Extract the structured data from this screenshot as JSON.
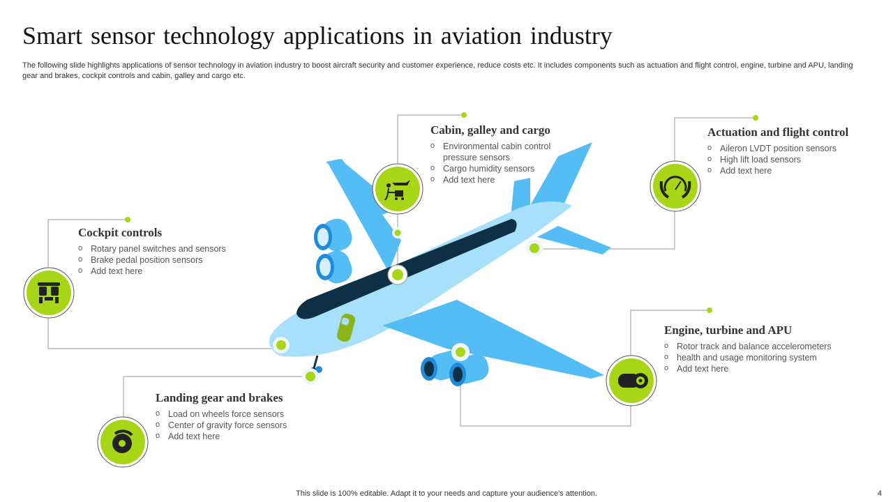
{
  "title": "Smart sensor technology applications in aviation industry",
  "subtitle": "The following slide highlights applications of sensor technology in aviation industry to  boost aircraft security and customer experience, reduce costs etc. It includes components such as actuation and flight control, engine, turbine and APU,  landing gear and brakes, cockpit controls and cabin, galley and cargo etc.",
  "colors": {
    "accent": "#a6d615",
    "plane_light": "#a7e0fb",
    "plane_mid": "#54bdf5",
    "window_band": "#0d3045",
    "line": "#9a9a9a"
  },
  "sections": {
    "cabin": {
      "title": "Cabin, galley and cargo",
      "items": [
        "Environmental  cabin control",
        "pressure sensors",
        "Cargo humidity sensors",
        "Add text here"
      ],
      "icon": "cargo-trolley-icon"
    },
    "actuation": {
      "title": "Actuation and flight control",
      "items": [
        "Aileron LVDT position sensors",
        "High lift load sensors",
        "Add text here"
      ],
      "icon": "gauge-hands-icon"
    },
    "cockpit": {
      "title": "Cockpit controls",
      "items": [
        "Rotary panel switches and sensors",
        "Brake pedal position sensors",
        "Add text here"
      ],
      "icon": "cockpit-seats-icon"
    },
    "engine": {
      "title": "Engine, turbine and APU",
      "items": [
        "Rotor track and balance accelerometers",
        " health and usage monitoring system",
        "Add text here"
      ],
      "icon": "turbine-engine-icon"
    },
    "landing": {
      "title": "Landing gear and brakes",
      "items": [
        "Load on wheels force sensors",
        "Center of gravity force sensors",
        "Add text here"
      ],
      "icon": "brake-disc-icon"
    }
  },
  "footer": "This slide is 100% editable. Adapt it to your needs and capture your audience's attention.",
  "page_number": "4"
}
